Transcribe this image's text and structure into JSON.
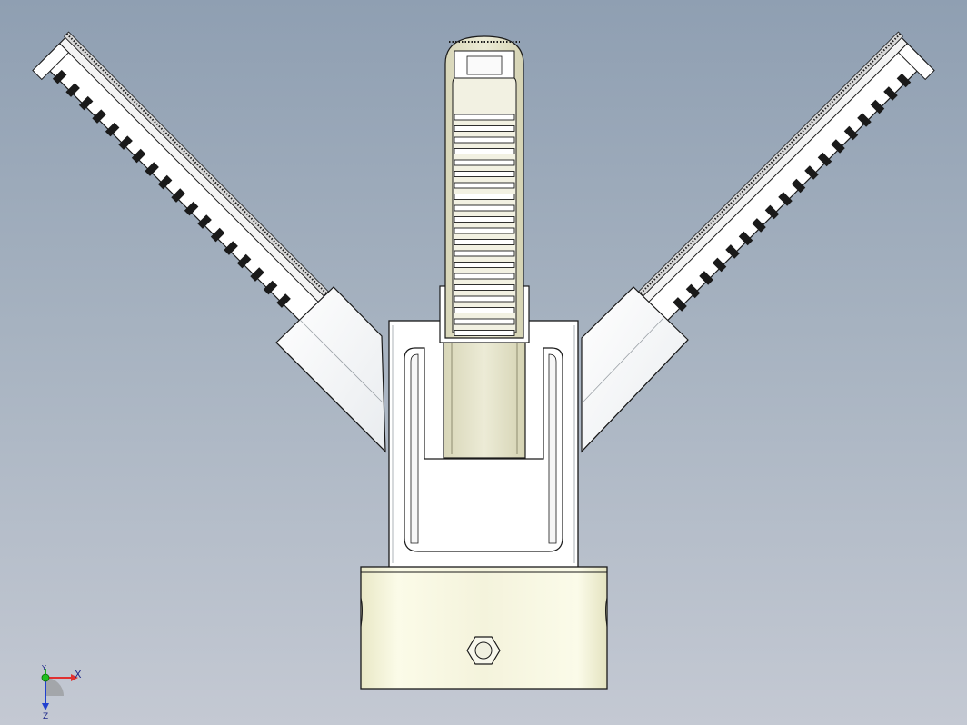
{
  "viewport": {
    "background_top": "#8f9fb2",
    "background_bottom": "#c4c9d3"
  },
  "model": {
    "part_color": "#ffffff",
    "slider_color": "#e6e5cf",
    "base_color": "#f4f3dc",
    "outline_color": "#1a1a1a"
  },
  "triad": {
    "x_label": "X",
    "y_label": "Y",
    "z_label": "Z",
    "x_color": "#e03030",
    "y_color": "#20b020",
    "z_color": "#2040d0"
  }
}
